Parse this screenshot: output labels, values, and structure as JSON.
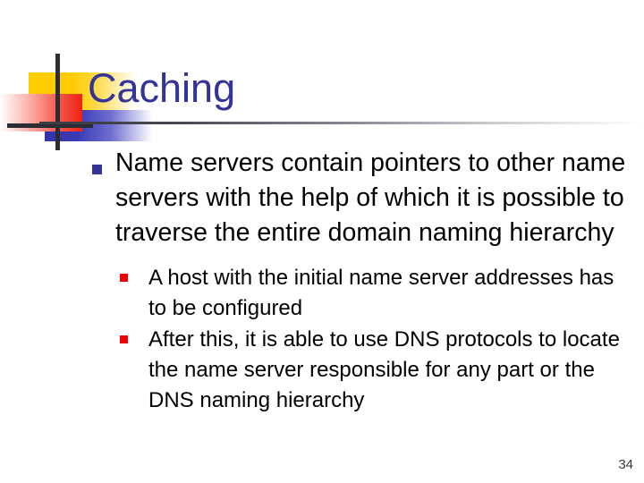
{
  "slide": {
    "title": "Caching",
    "page_number": "34",
    "colors": {
      "title": "#333399",
      "bullet_level1_marker": "#333399",
      "bullet_level2_marker": "#EE0000",
      "deco_yellow": "#FFCC00",
      "deco_blue": "#3333AA",
      "deco_red": "#EE2211",
      "deco_line": "#2C2C35",
      "body_text": "#000000",
      "background": "#FFFFFF"
    },
    "content": {
      "bullets": [
        {
          "text": "Name servers contain pointers to other name servers with the help of which it is possible to traverse the entire domain naming hierarchy",
          "sub_bullets": [
            "A host with the initial name server addresses has to be configured",
            "After this, it is able to use DNS protocols to locate the name server responsible for any part or the DNS naming hierarchy"
          ]
        }
      ]
    }
  }
}
